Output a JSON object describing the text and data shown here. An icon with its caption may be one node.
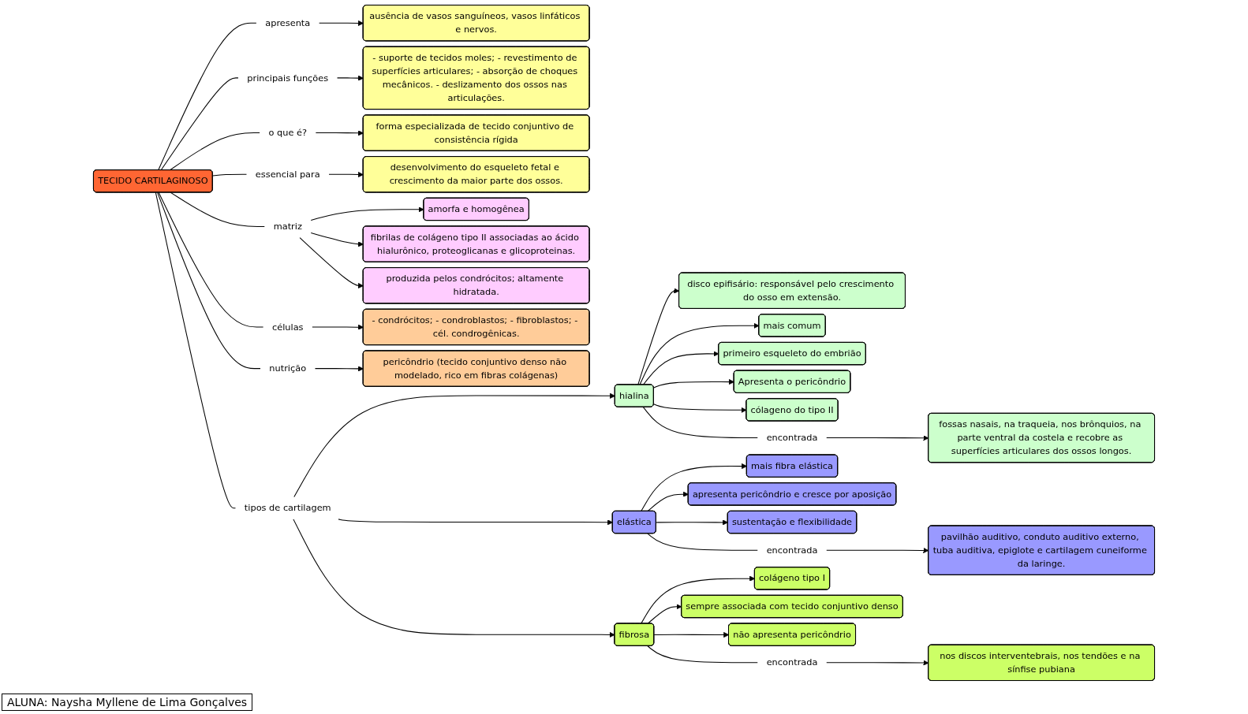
{
  "diagram": {
    "nodes": [
      {
        "text": [
          "TECIDO CARTILAGINOSO"
        ]
      },
      {
        "text": [
          "apresenta"
        ]
      },
      {
        "text": [
          "ausência de vasos sanguíneos, vasos linfáticos e nervos."
        ]
      },
      {
        "text": [
          "principais funções"
        ]
      },
      {
        "text": [
          "- suporte de tecidos moles; - revestimento de superfícies articulares; - absorção de choques mecânicos. - deslizamento dos ossos nas articulações."
        ]
      },
      {
        "text": [
          "o que é?"
        ]
      },
      {
        "text": [
          "forma especializada de tecido conjuntivo de consistência rígida"
        ]
      },
      {
        "text": [
          "essencial para"
        ]
      },
      {
        "text": [
          "desenvolvimento do esqueleto fetal e crescimento da maior parte dos ossos."
        ]
      },
      {
        "text": [
          "matriz"
        ]
      },
      {
        "text": [
          "amorfa e homogênea"
        ]
      },
      {
        "text": [
          "fibrilas de colágeno tipo II associadas ao ácido hialurônico, proteoglicanas e glicoproteinas."
        ]
      },
      {
        "text": [
          "produzida pelos condrócitos; altamente hidratada."
        ]
      },
      {
        "text": [
          "células"
        ]
      },
      {
        "text": [
          "- condrócitos; - condroblastos; - fibroblastos; - cél. condrogênicas."
        ]
      },
      {
        "text": [
          "nutrição"
        ]
      },
      {
        "text": [
          "pericôndrio (tecido conjuntivo denso não modelado, rico em fibras colágenas)"
        ]
      },
      {
        "text": [
          "tipos de cartilagem"
        ]
      },
      {
        "text": [
          "hialina"
        ]
      },
      {
        "text": [
          "disco epifisário: responsável pelo crescimento do osso em extensão."
        ]
      },
      {
        "text": [
          "mais comum"
        ]
      },
      {
        "text": [
          "primeiro esqueleto do embrião"
        ]
      },
      {
        "text": [
          "Apresenta o pericôndrio"
        ]
      },
      {
        "text": [
          "cólageno do tipo II"
        ]
      },
      {
        "text": [
          "encontrada"
        ]
      },
      {
        "text": [
          "fossas nasais, na traqueia, nos brônquios, na parte ventral da costela e recobre as superfícies articulares dos ossos longos."
        ]
      },
      {
        "text": [
          "elástica"
        ]
      },
      {
        "text": [
          "mais fibra elástica"
        ]
      },
      {
        "text": [
          "apresenta pericôndrio e cresce por aposição"
        ]
      },
      {
        "text": [
          "sustentação e flexibilidade"
        ]
      },
      {
        "text": [
          "encontrada"
        ]
      },
      {
        "text": [
          "pavilhão auditivo, conduto auditivo externo, tuba auditiva, epiglote e cartilagem cuneiforme da laringe."
        ]
      },
      {
        "text": [
          "fibrosa"
        ]
      },
      {
        "text": [
          "colágeno tipo I"
        ]
      },
      {
        "text": [
          "sempre associada com tecido conjuntivo denso"
        ]
      },
      {
        "text": [
          "não apresenta pericôndrio"
        ]
      },
      {
        "text": [
          "encontrada"
        ]
      },
      {
        "text": [
          "nos discos interventebrais, nos tendões e na sínfise pubiana"
        ]
      }
    ],
    "edges": [
      {
        "from": 0,
        "to": 1,
        "arrow": "none"
      },
      {
        "from": 1,
        "to": 2,
        "arrow": "to"
      },
      {
        "from": 0,
        "to": 3,
        "arrow": "none"
      },
      {
        "from": 3,
        "to": 4,
        "arrow": "to"
      },
      {
        "from": 0,
        "to": 5,
        "arrow": "none"
      },
      {
        "from": 5,
        "to": 6,
        "arrow": "to"
      },
      {
        "from": 0,
        "to": 7,
        "arrow": "none"
      },
      {
        "from": 7,
        "to": 8,
        "arrow": "to"
      },
      {
        "from": 0,
        "to": 9,
        "arrow": "none"
      },
      {
        "from": 9,
        "to": 10,
        "arrow": "to"
      },
      {
        "from": 9,
        "to": 11,
        "arrow": "to"
      },
      {
        "from": 9,
        "to": 12,
        "arrow": "to"
      },
      {
        "from": 0,
        "to": 13,
        "arrow": "none"
      },
      {
        "from": 13,
        "to": 14,
        "arrow": "to"
      },
      {
        "from": 0,
        "to": 15,
        "arrow": "none"
      },
      {
        "from": 15,
        "to": 16,
        "arrow": "to"
      },
      {
        "from": 0,
        "to": 17,
        "arrow": "none"
      },
      {
        "from": 17,
        "to": 18,
        "arrow": "to"
      },
      {
        "from": 17,
        "to": 26,
        "arrow": "to"
      },
      {
        "from": 17,
        "to": 32,
        "arrow": "to"
      },
      {
        "from": 18,
        "to": 19,
        "arrow": "to"
      },
      {
        "from": 18,
        "to": 20,
        "arrow": "to"
      },
      {
        "from": 18,
        "to": 21,
        "arrow": "to"
      },
      {
        "from": 18,
        "to": 22,
        "arrow": "to"
      },
      {
        "from": 18,
        "to": 23,
        "arrow": "to"
      },
      {
        "from": 18,
        "to": 24,
        "arrow": "none"
      },
      {
        "from": 24,
        "to": 25,
        "arrow": "to"
      },
      {
        "from": 26,
        "to": 27,
        "arrow": "to"
      },
      {
        "from": 26,
        "to": 28,
        "arrow": "to"
      },
      {
        "from": 26,
        "to": 29,
        "arrow": "to"
      },
      {
        "from": 26,
        "to": 30,
        "arrow": "none"
      },
      {
        "from": 30,
        "to": 31,
        "arrow": "to"
      },
      {
        "from": 32,
        "to": 33,
        "arrow": "to"
      },
      {
        "from": 32,
        "to": 34,
        "arrow": "to"
      },
      {
        "from": 32,
        "to": 35,
        "arrow": "to"
      },
      {
        "from": 32,
        "to": 36,
        "arrow": "none"
      },
      {
        "from": 36,
        "to": 37,
        "arrow": "to"
      }
    ],
    "labels": [
      "ALUNA: Naysha Myllene de Lima Gonçalves"
    ]
  }
}
